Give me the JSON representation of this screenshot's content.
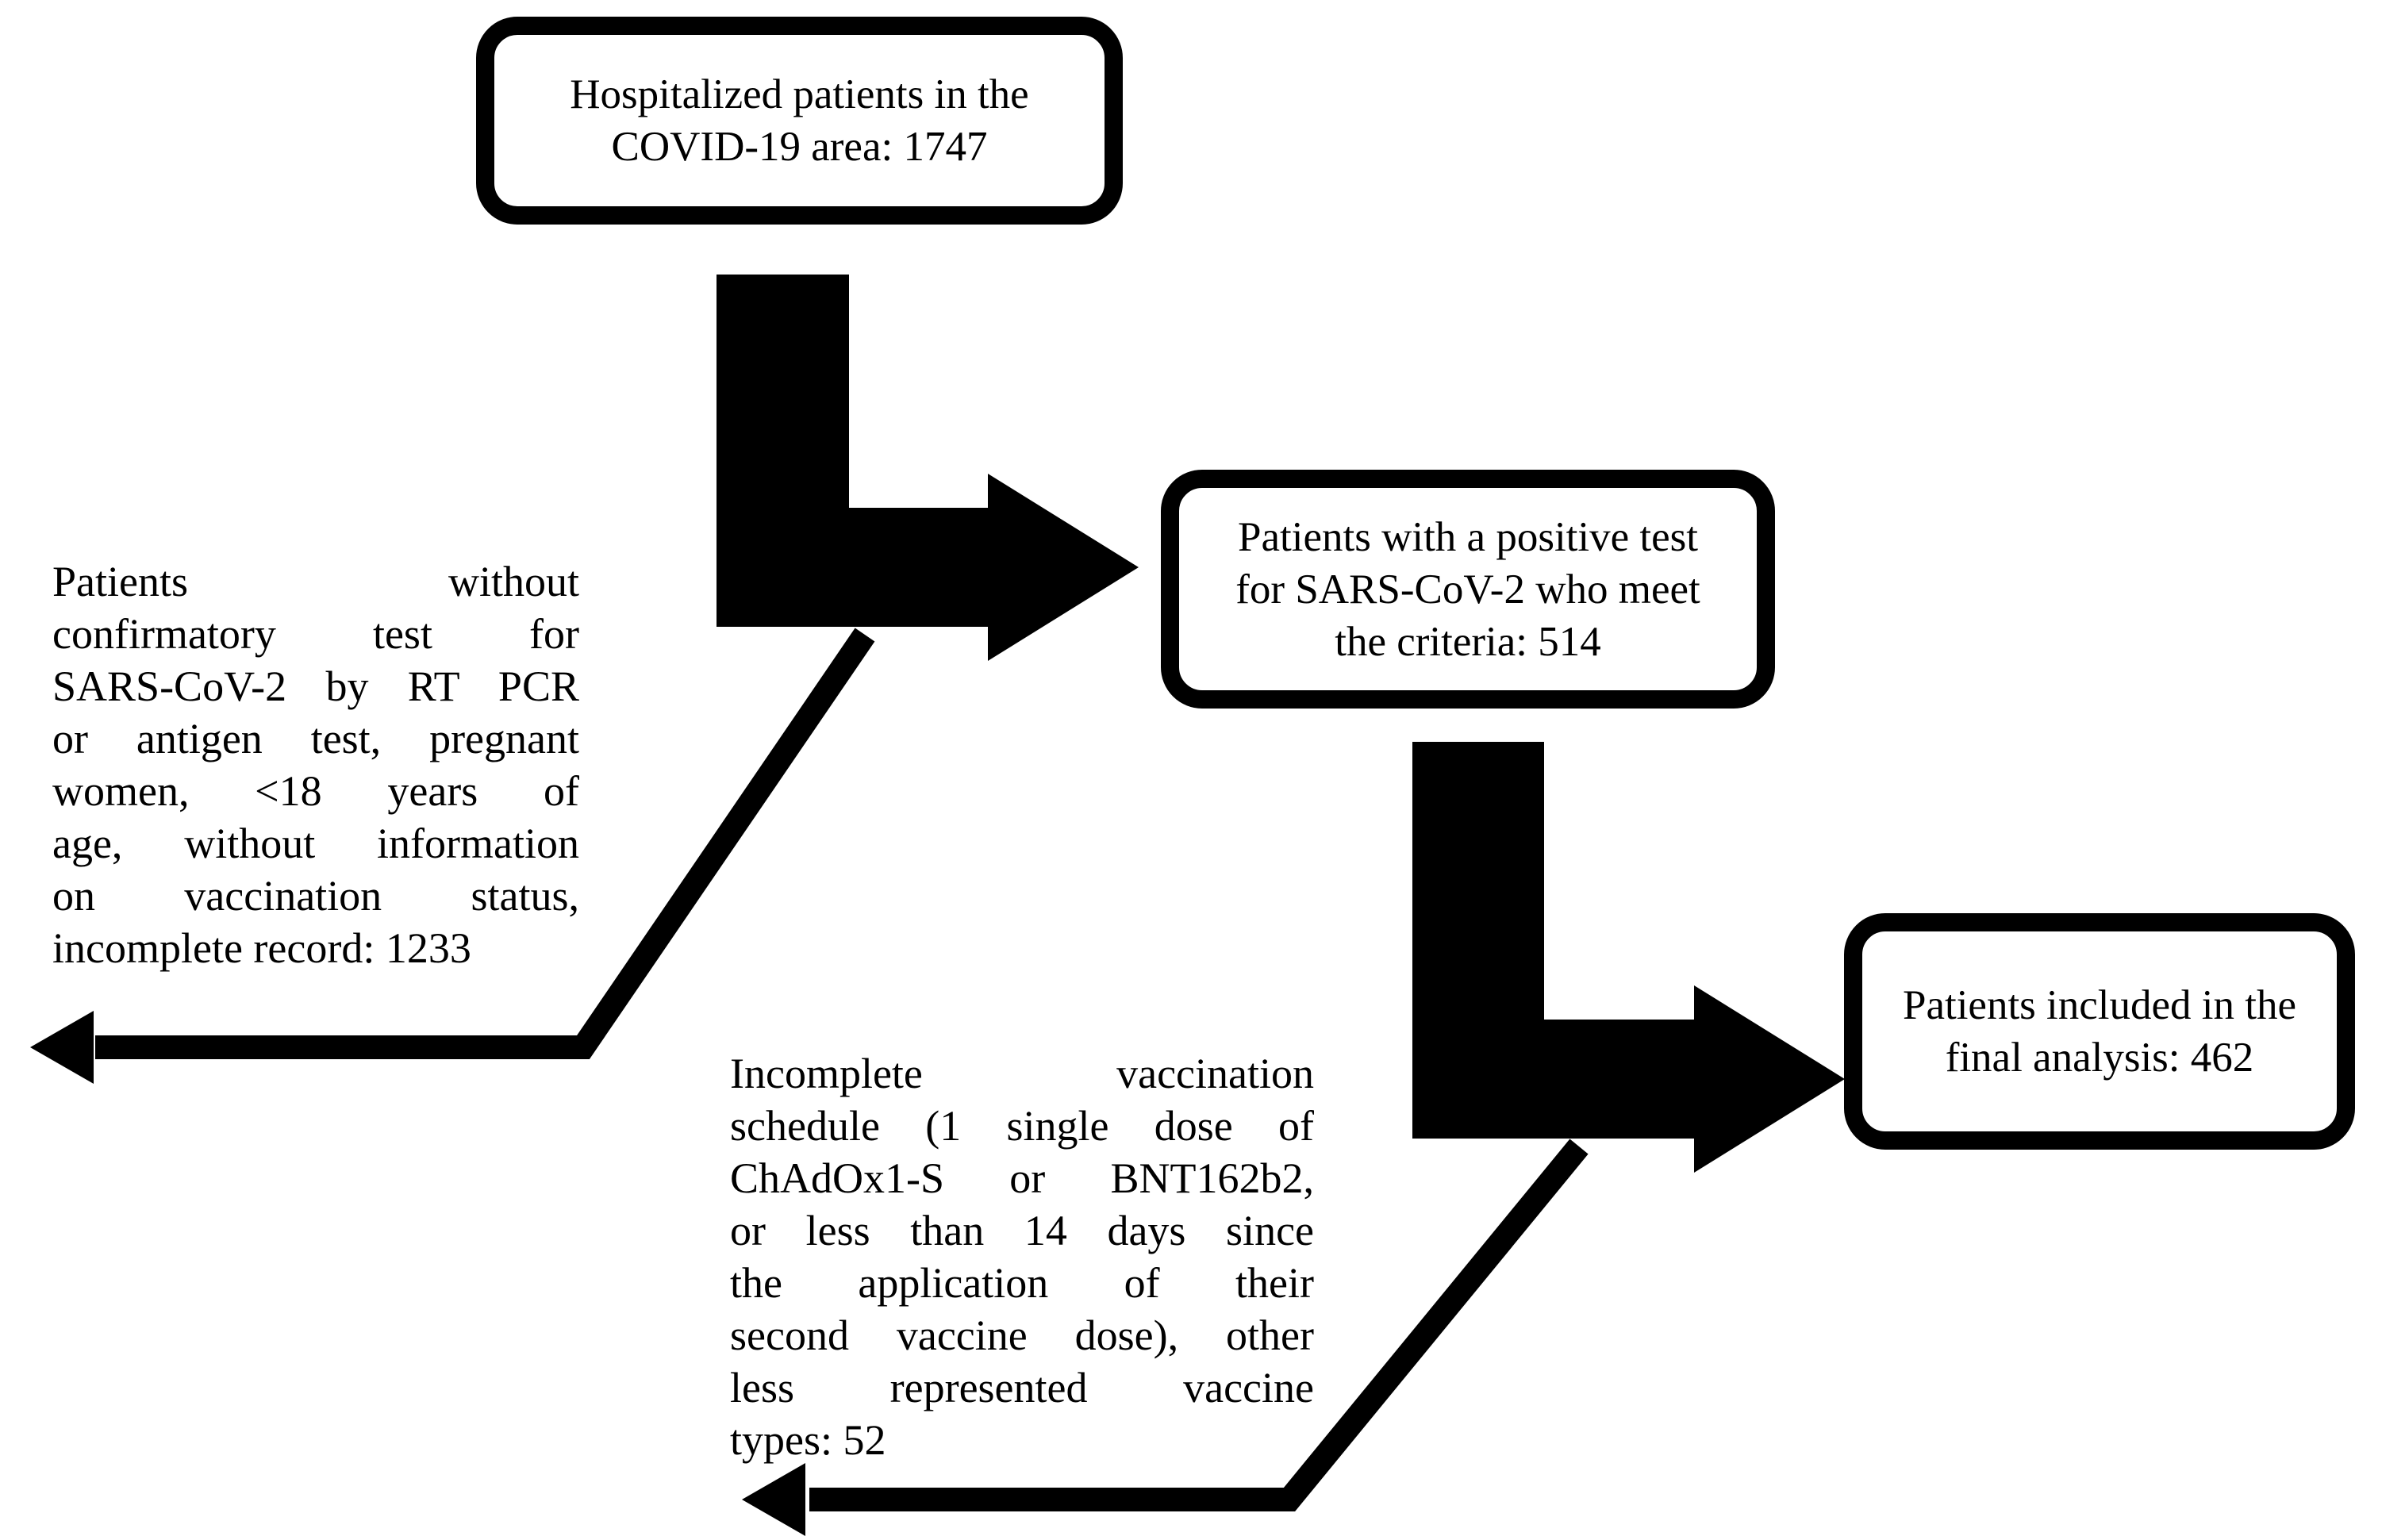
{
  "colors": {
    "ink": "#000000",
    "background": "#ffffff"
  },
  "boxes": {
    "hospitalized": {
      "lines": [
        "Hospitalized patients in the",
        "COVID-19 area: 1747"
      ],
      "text": "Hospitalized patients in the COVID-19 area: 1747",
      "count": 1747
    },
    "positive": {
      "lines": [
        "Patients with a positive test",
        "for SARS-CoV-2 who meet",
        "the criteria: 514"
      ],
      "text": "Patients with a positive test for SARS-CoV-2 who meet the criteria: 514",
      "count": 514
    },
    "final": {
      "lines": [
        "Patients included in the",
        "final analysis: 462"
      ],
      "text": "Patients included in the final analysis: 462",
      "count": 462
    }
  },
  "exclusions": {
    "first": {
      "lines": [
        "Patients without",
        "confirmatory test for",
        "SARS-CoV-2 by RT PCR",
        "or antigen test, pregnant",
        "women, <18 years of",
        "age, without information",
        "on vaccination status,",
        "incomplete record: 1233"
      ],
      "text": "Patients without confirmatory test for SARS-CoV-2 by RT PCR or antigen test, pregnant women, <18 years of age, without information on vaccination status, incomplete record: 1233",
      "count": 1233
    },
    "second": {
      "lines": [
        "Incomplete vaccination",
        "schedule (1 single dose of",
        "ChAdOx1-S or BNT162b2,",
        "or less than 14 days since",
        "the application of their",
        "second vaccine dose), other",
        "less represented vaccine",
        "types: 52"
      ],
      "text": "Incomplete vaccination schedule (1 single dose of ChAdOx1-S or BNT162b2, or less than 14 days since the application of their second vaccine dose), other less represented vaccine types: 52",
      "count": 52
    }
  }
}
